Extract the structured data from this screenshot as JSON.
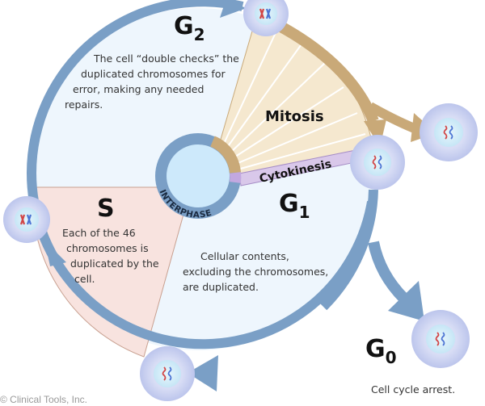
{
  "diagram": {
    "title": "Cell Cycle",
    "center_label": "INTERPHASE",
    "phases": {
      "g2": {
        "label": "G",
        "subscript": "2",
        "description": [
          "The cell “double checks” the",
          "duplicated chromosomes for",
          "error, making any needed",
          "repairs."
        ]
      },
      "s": {
        "label": "S",
        "description": [
          "Each of the 46",
          "chromosomes is",
          "duplicated by the",
          "cell."
        ]
      },
      "g1": {
        "label": "G",
        "subscript": "1",
        "description": [
          "Cellular contents,",
          "excluding the chromosomes,",
          "are duplicated."
        ]
      },
      "g0": {
        "label": "G",
        "subscript": "0",
        "description": [
          "Cell cycle arrest."
        ]
      },
      "mitosis": {
        "label": "Mitosis"
      },
      "cytokinesis": {
        "label": "Cytokinesis"
      }
    },
    "cells": [
      {
        "id": "g2-m-cell",
        "chromosomes": "duplicated"
      },
      {
        "id": "s-g2-cell",
        "chromosomes": "duplicated"
      },
      {
        "id": "g1-s-cell",
        "chromosomes": "single"
      },
      {
        "id": "daughter-cell-1",
        "chromosomes": "single"
      },
      {
        "id": "daughter-cell-2",
        "chromosomes": "single"
      },
      {
        "id": "g0-cell",
        "chromosomes": "single"
      }
    ],
    "colors": {
      "cycle_ring": "#7a9fc6",
      "interphase_fill": "#eef6fd",
      "s_fill": "#f8e3df",
      "mitosis_fill": "#f5e8cf",
      "mitosis_border": "#c9a978",
      "cytokinesis_fill": "#d9c8ea",
      "inner_fill": "#cde9fb",
      "cell_outer": "#cfd5f1",
      "cell_inner": "#d7eef9",
      "chrom_red": "#d24545",
      "chrom_blue": "#4b73d3"
    },
    "copyright": "© Clinical Tools, Inc."
  }
}
